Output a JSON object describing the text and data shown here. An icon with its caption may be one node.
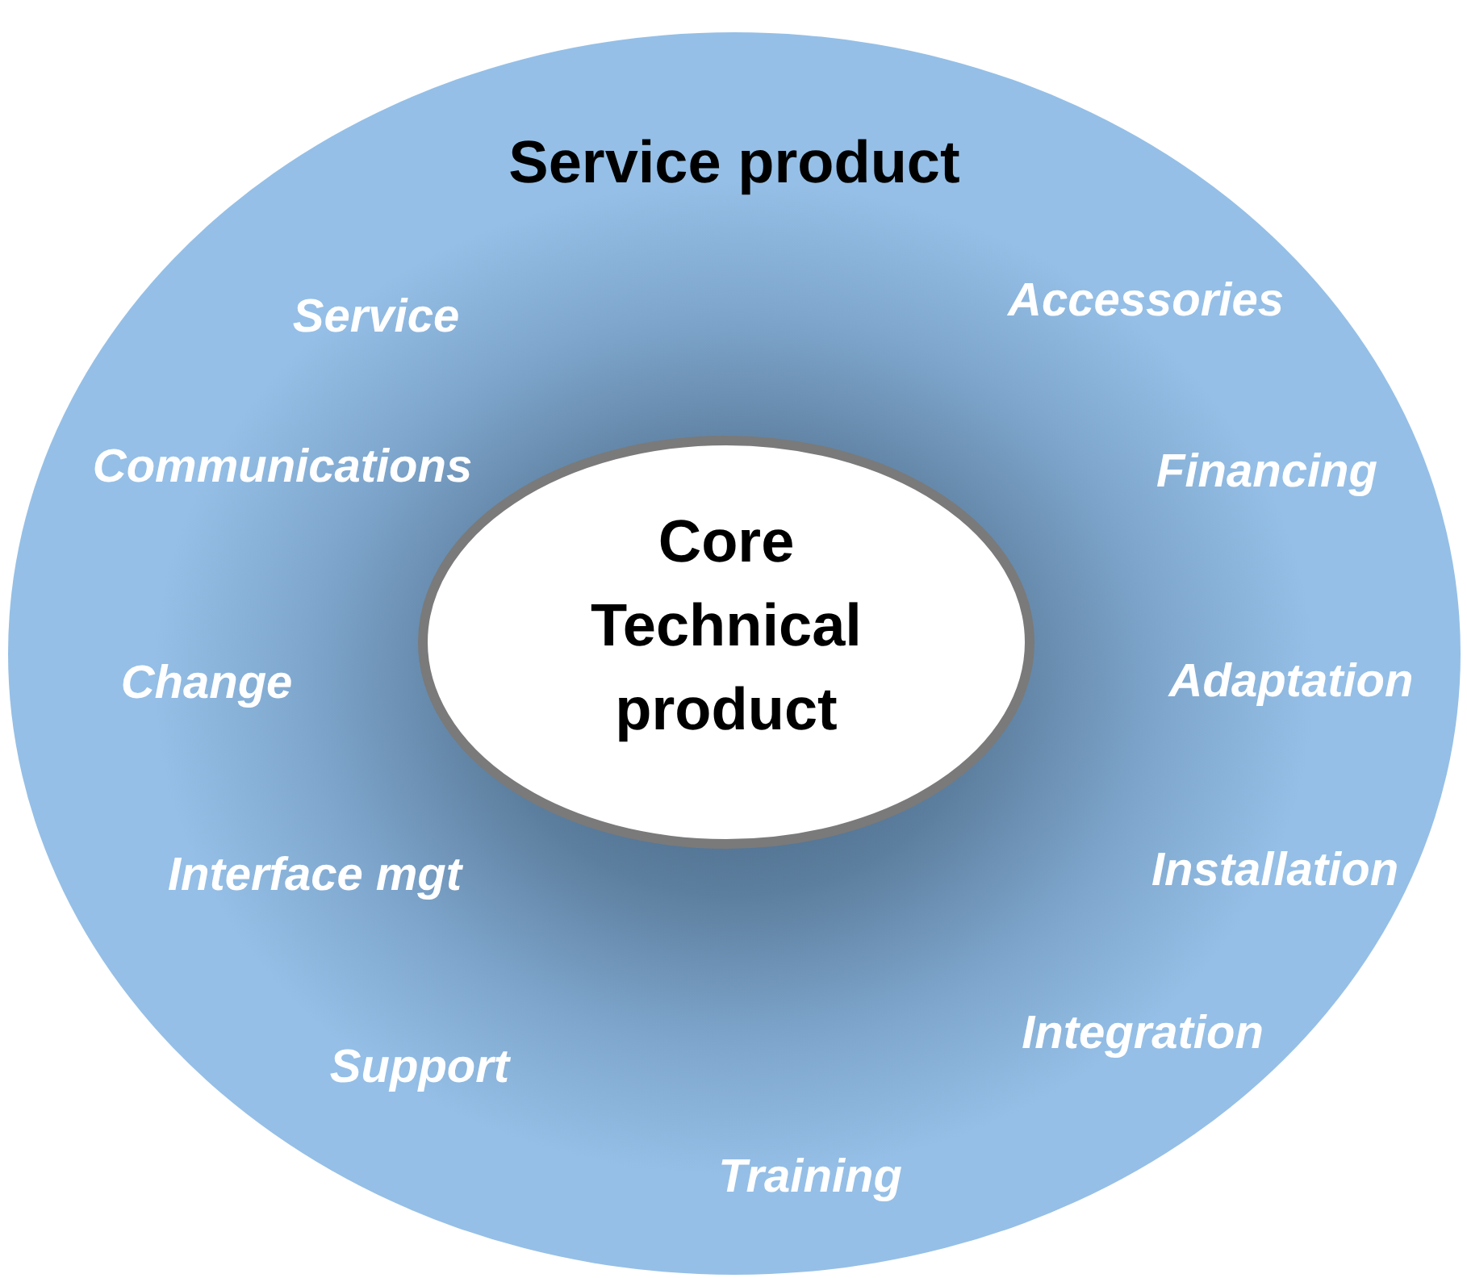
{
  "diagram": {
    "nodes": [
      {
        "text": [
          "Service product"
        ]
      },
      {
        "text": [
          "Core Technical product"
        ],
        "in": 0
      }
    ],
    "labels": [
      "Service",
      "Accessories",
      "Communications",
      "Financing",
      "Change",
      "Adaptation",
      "Interface mgt",
      "Installation",
      "Support",
      "Integration",
      "Training"
    ]
  }
}
